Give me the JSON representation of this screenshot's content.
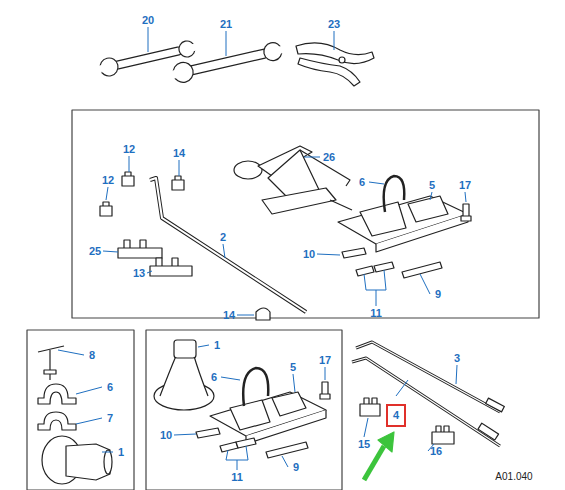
{
  "diagram": {
    "nodes": [
      {
        "text": [
          "4"
        ]
      }
    ],
    "labels": [
      "20",
      "21",
      "23",
      "12",
      "14",
      "26",
      "6",
      "5",
      "17",
      "12",
      "25",
      "2",
      "13",
      "10",
      "9",
      "11",
      "14",
      "8",
      "6",
      "7",
      "1",
      "1",
      "6",
      "5",
      "17",
      "10",
      "9",
      "11",
      "3",
      "15",
      "16",
      "A01.040"
    ]
  }
}
